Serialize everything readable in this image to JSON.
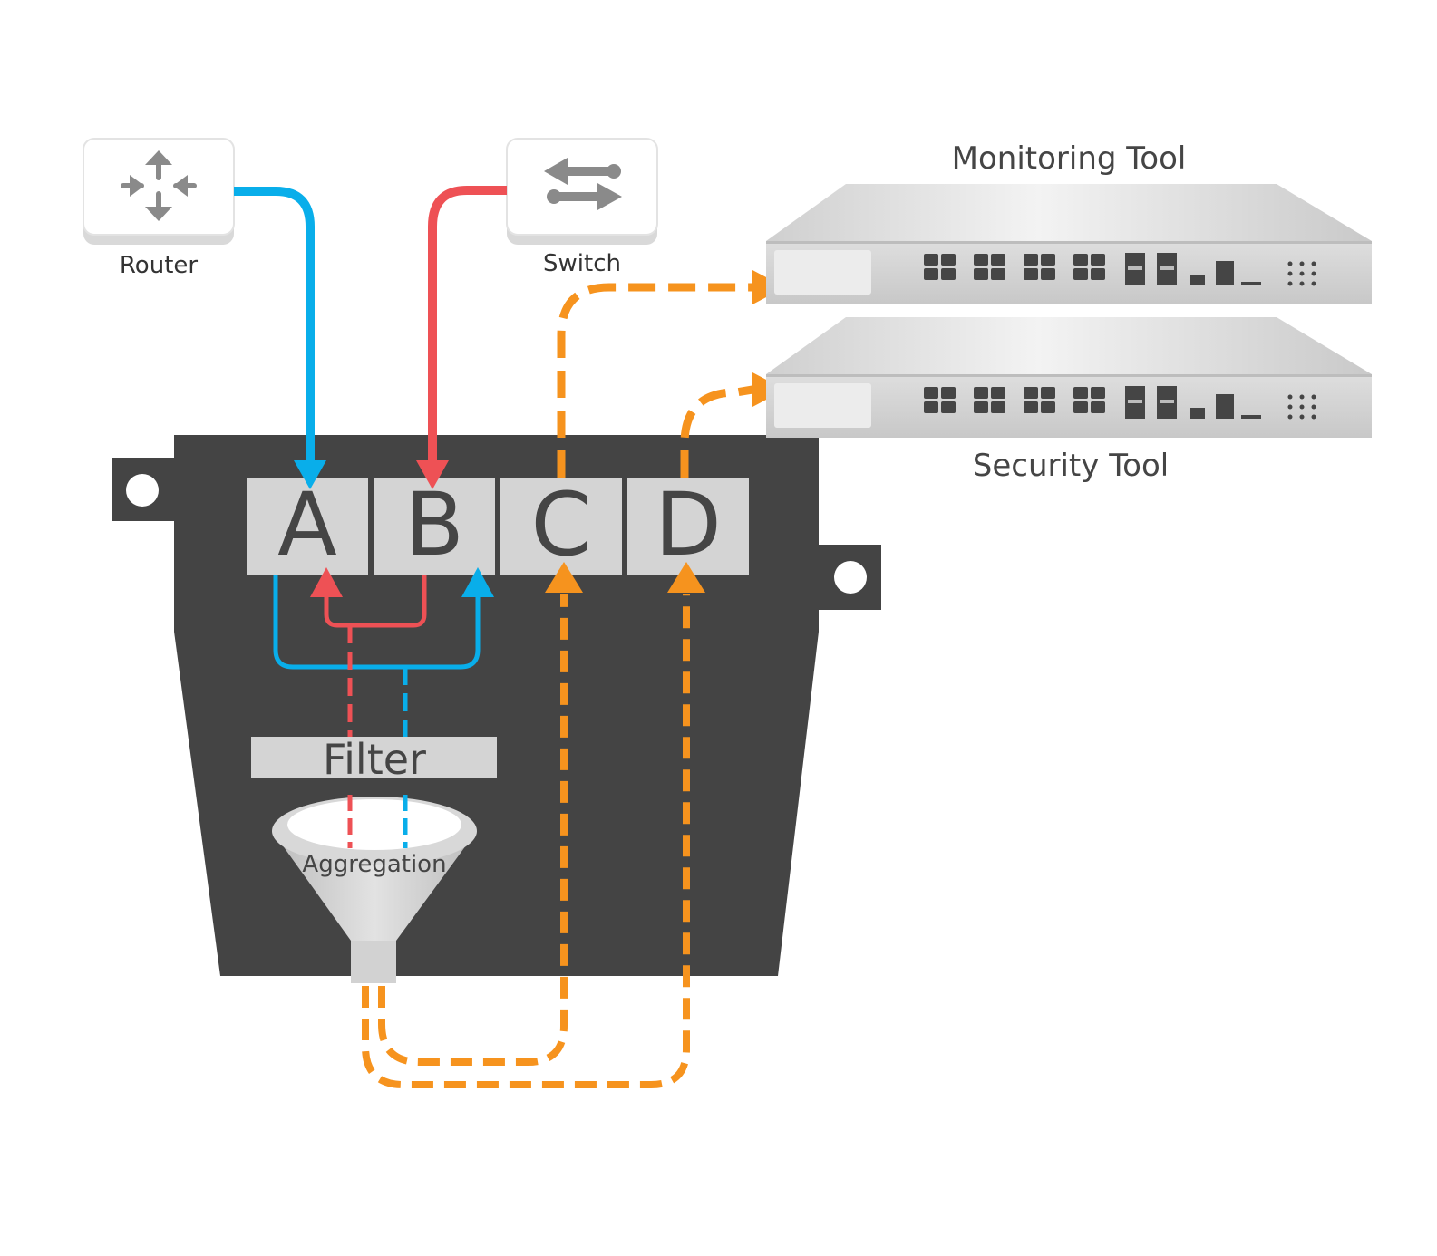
{
  "devices": {
    "router_label": "Router",
    "switch_label": "Switch"
  },
  "tools": {
    "monitoring_label": "Monitoring Tool",
    "security_label": "Security Tool"
  },
  "ports": [
    "A",
    "B",
    "C",
    "D"
  ],
  "filter_label": "Filter",
  "aggregation_label": "Aggregation",
  "colors": {
    "router_link": "#09aeea",
    "switch_link": "#ee5155",
    "tool_link": "#f6931e",
    "housing": "#444444",
    "port_fill": "#d4d4d4",
    "device_gray": "#8a8a8a"
  }
}
